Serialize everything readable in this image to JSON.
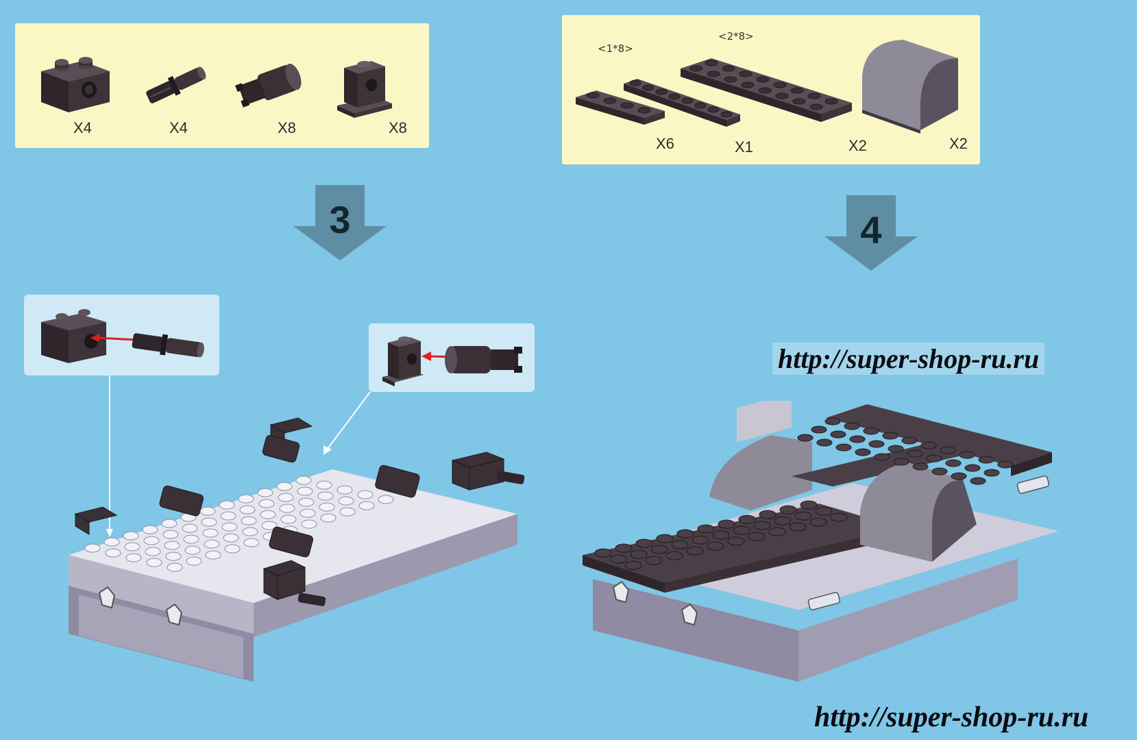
{
  "step3": {
    "number": "3",
    "parts": [
      {
        "icon": "technic-brick-1x2-icon",
        "qty": "X4"
      },
      {
        "icon": "technic-pin-icon",
        "qty": "X4"
      },
      {
        "icon": "clip-cylinder-icon",
        "qty": "X8"
      },
      {
        "icon": "bracket-brick-icon",
        "qty": "X8"
      }
    ]
  },
  "step4": {
    "number": "4",
    "parts": [
      {
        "icon": "plate-1x4-icon",
        "qty": "X6",
        "dim": ""
      },
      {
        "icon": "plate-1x8-icon",
        "qty": "X1",
        "dim": "<1*8>"
      },
      {
        "icon": "plate-2x8-icon",
        "qty": "X2",
        "dim": "<2*8>"
      },
      {
        "icon": "curved-slope-icon",
        "qty": "X2",
        "dim": ""
      }
    ]
  },
  "watermarks": [
    "http://super-shop-ru.ru",
    "http://super-shop-ru.ru"
  ],
  "colors": {
    "background": "#80c6e6",
    "panel": "#fbf7c4",
    "brick": "#3a3036",
    "light_brick": "#e4e4ee",
    "arrow": "#5f8ea4",
    "pointer": "#e02020"
  }
}
